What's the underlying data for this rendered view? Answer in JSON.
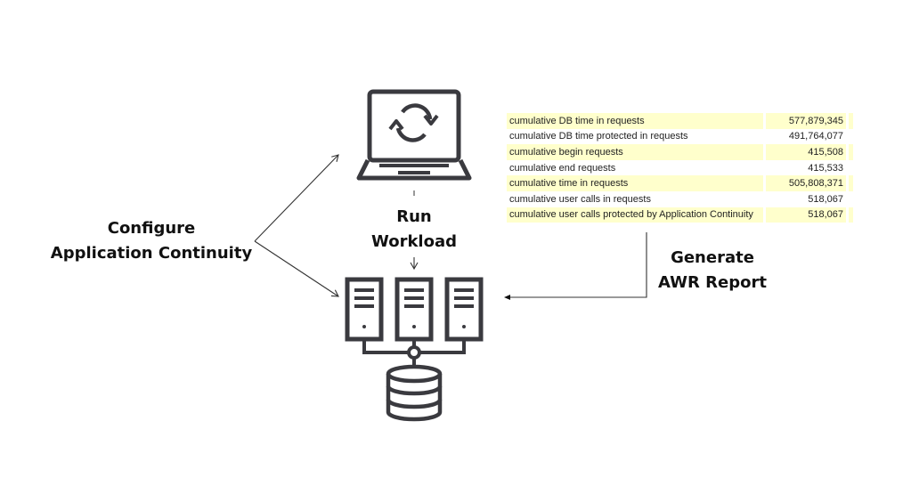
{
  "diagram": {
    "configure_step": {
      "lines": [
        "Configure",
        "Application Continuity"
      ]
    },
    "run_step": {
      "lines": [
        "Run",
        "Workload"
      ]
    },
    "report_step": {
      "lines": [
        "Generate",
        "AWR Report"
      ]
    },
    "icons": {
      "client": "laptop-refresh-icon",
      "database": "server-cluster-database-icon"
    },
    "colors": {
      "icon_stroke": "#3a3a3f",
      "highlight_row": "#ffffcc",
      "arrow": "#333333"
    }
  },
  "awr_table": {
    "rows": [
      {
        "label": "cumulative DB time in requests",
        "value": "577,879,345",
        "highlight": true
      },
      {
        "label": "cumulative DB time protected in requests",
        "value": "491,764,077",
        "highlight": false
      },
      {
        "label": "cumulative begin requests",
        "value": "415,508",
        "highlight": true
      },
      {
        "label": "cumulative end requests",
        "value": "415,533",
        "highlight": false
      },
      {
        "label": "cumulative time in requests",
        "value": "505,808,371",
        "highlight": true
      },
      {
        "label": "cumulative user calls in requests",
        "value": "518,067",
        "highlight": false
      },
      {
        "label": "cumulative user calls protected by Application Continuity",
        "value": "518,067",
        "highlight": true
      }
    ]
  }
}
